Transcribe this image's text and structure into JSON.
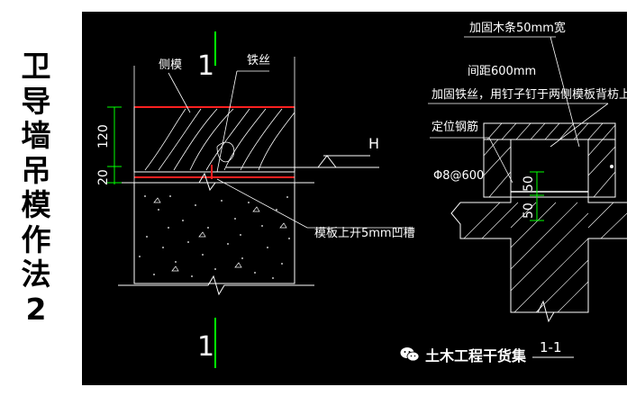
{
  "title": "卫导墙吊模作法2",
  "labels": {
    "side_form": "侧模",
    "wire": "铁丝",
    "section_mark_top": "1",
    "section_mark_bottom": "1",
    "elevation_h": "H",
    "dim_120": "120",
    "dim_20": "20",
    "groove_note": "模板上开5mm凹槽",
    "timber_note": "加固木条50mm宽",
    "spacing_note": "间距600mm",
    "wire_note": "加固铁丝，用钉子钉于两侧模板背枋上",
    "positioning_bar": "定位钢筋",
    "bar_spec": "Φ8@600",
    "dim_50_top": "50",
    "dim_50_bottom": "50",
    "section_label": "1-1"
  },
  "watermark": "土木工程干货集",
  "colors": {
    "background": "#000000",
    "line": "#ffffff",
    "dimension": "#00ff00",
    "accent": "#ff2020"
  }
}
